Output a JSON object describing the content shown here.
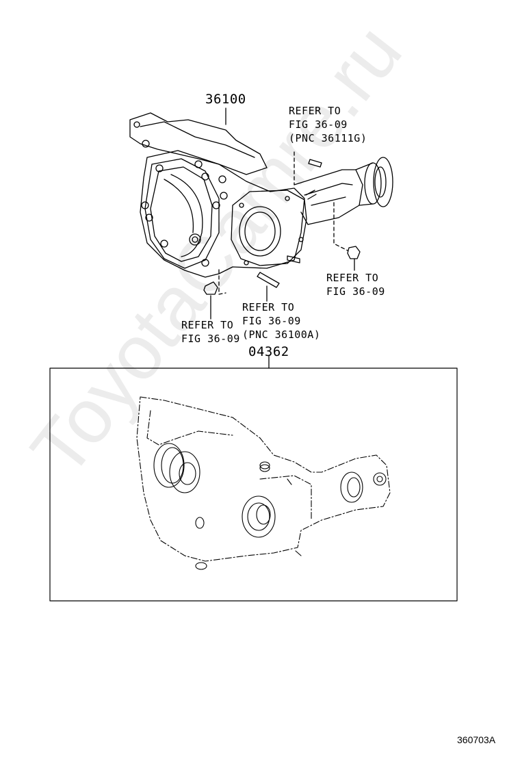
{
  "watermark": "ToyotaCamre.ru",
  "parts": {
    "main_part": "36100",
    "kit_part": "04362"
  },
  "callouts": {
    "top_right": [
      "REFER TO",
      "FIG 36-09",
      "(PNC 36111G)"
    ],
    "right": [
      "REFER TO",
      "FIG 36-09"
    ],
    "bottom_center": [
      "REFER TO",
      "FIG 36-09",
      "(PNC 36100A)"
    ],
    "bottom_left": [
      "REFER TO",
      "FIG 36-09"
    ]
  },
  "figure_id": "360703A"
}
